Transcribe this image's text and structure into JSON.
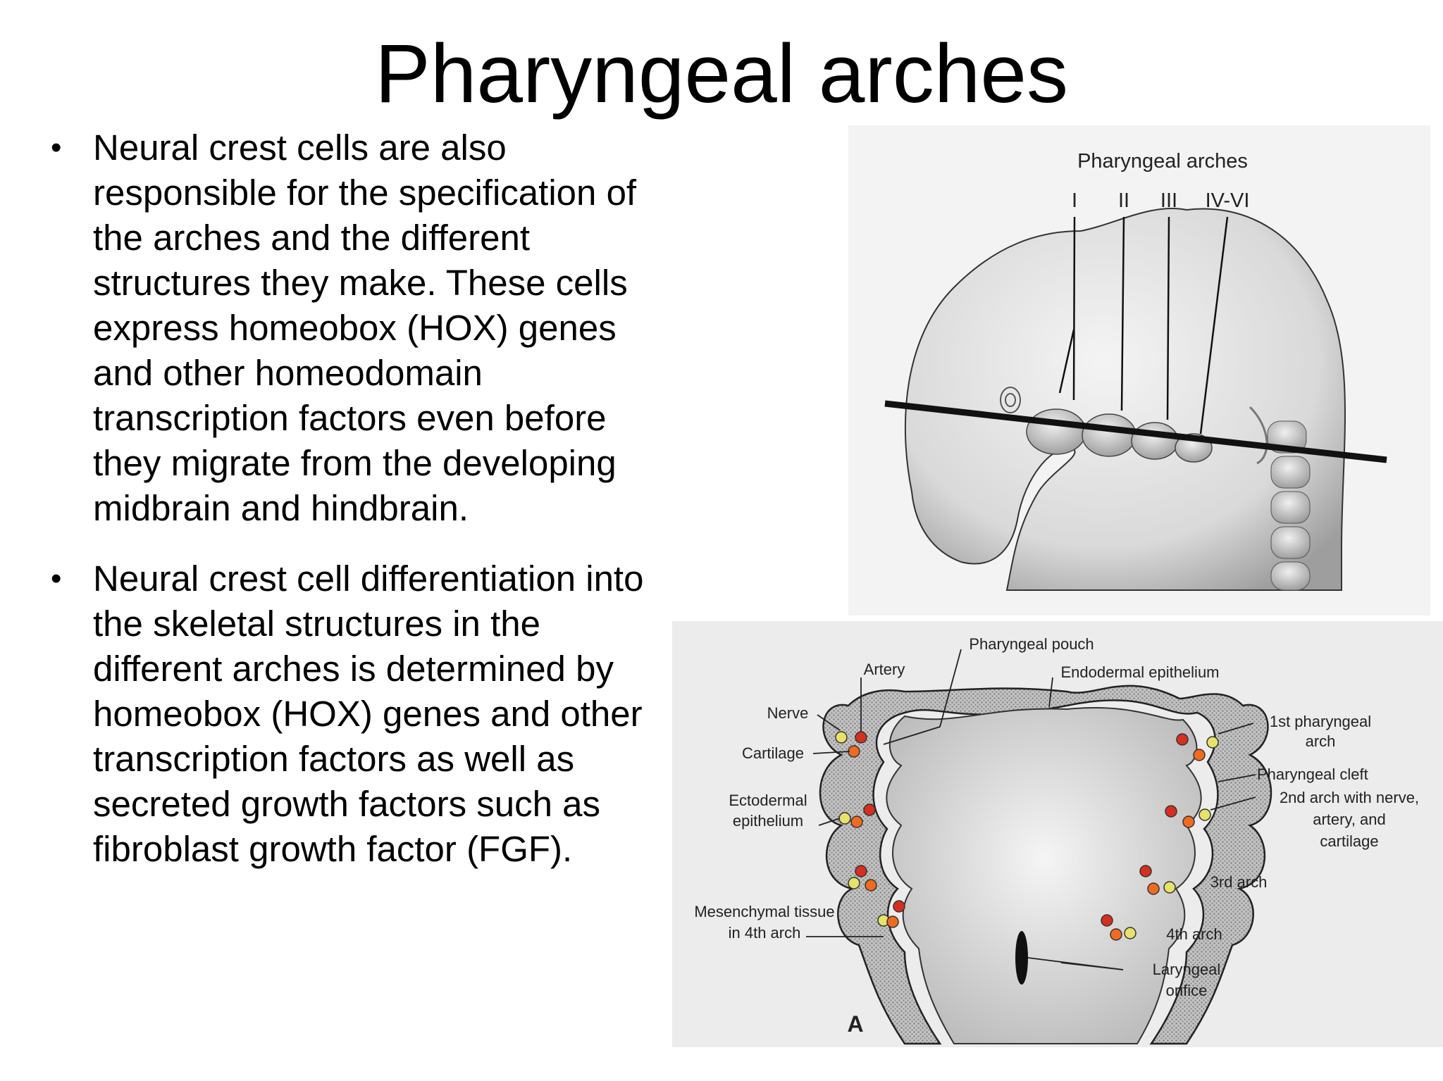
{
  "title": "Pharyngeal arches",
  "bullets": [
    "Neural crest cells are also responsible for the specification of the arches and the different structures they make. These cells express homeobox (HOX) genes and other homeodomain transcription factors even before they migrate from the developing midbrain and hindbrain.",
    "Neural crest cell differentiation into the skeletal structures in the different arches is determined by homeobox (HOX) genes and other transcription factors as well as secreted growth factors such as fibroblast growth factor (FGF)."
  ],
  "figure_top": {
    "heading": "Pharyngeal arches",
    "arch_labels": [
      "I",
      "II",
      "III",
      "IV-VI"
    ]
  },
  "figure_bottom": {
    "labels": {
      "pharyngeal_pouch": "Pharyngeal pouch",
      "artery": "Artery",
      "endodermal_epithelium": "Endodermal epithelium",
      "nerve": "Nerve",
      "cartilage": "Cartilage",
      "ectodermal_1": "Ectodermal",
      "ectodermal_2": "epithelium",
      "mesenchymal_1": "Mesenchymal tissue",
      "mesenchymal_2": "in 4th arch",
      "first_arch_1": "1st pharyngeal",
      "first_arch_2": "arch",
      "pharyngeal_cleft": "Pharyngeal cleft",
      "second_arch_1": "2nd arch with nerve,",
      "second_arch_2": "artery, and",
      "second_arch_3": "cartilage",
      "third_arch": "3rd arch",
      "fourth_arch": "4th arch",
      "laryngeal_1": "Laryngeal",
      "laryngeal_2": "orifice",
      "panel_letter": "A"
    }
  },
  "colors": {
    "artery": "#d62f1f",
    "cartilage": "#f06a20",
    "nerve": "#e8e04a",
    "stipple": "#a9a9a9"
  }
}
